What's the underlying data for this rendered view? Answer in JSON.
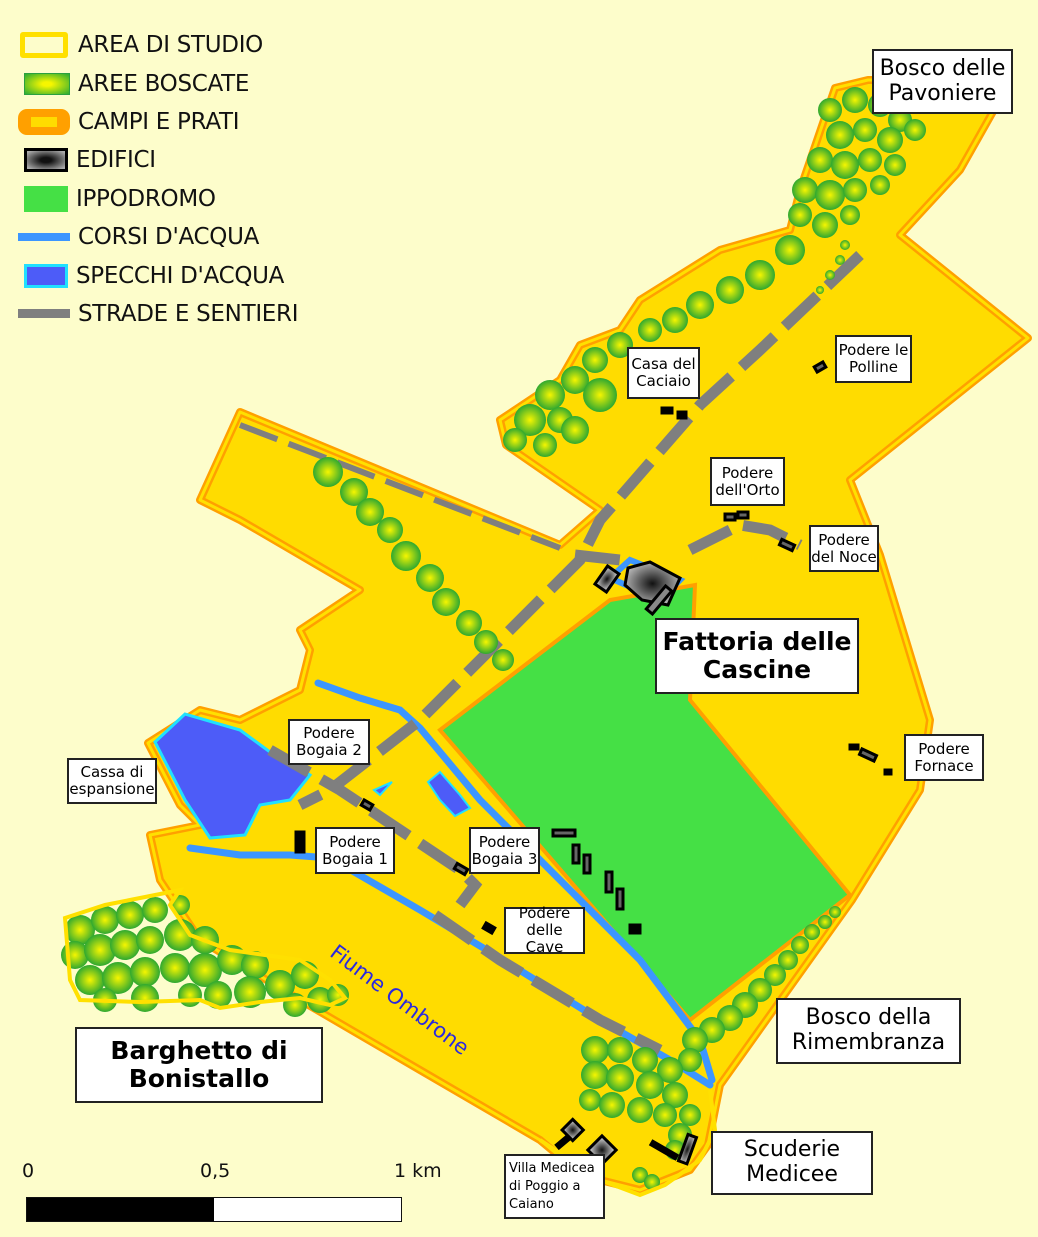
{
  "legend": {
    "items": [
      {
        "label": "AREA DI STUDIO",
        "icon": "study-area-outline",
        "color": "#ffe000"
      },
      {
        "label": "AREE BOSCATE",
        "icon": "woodland-gradient",
        "color": "#3db835"
      },
      {
        "label": "CAMPI E PRATI",
        "icon": "fields-fill",
        "color": "#ffdc00"
      },
      {
        "label": "EDIFICI",
        "icon": "building-fill",
        "color": "#000000"
      },
      {
        "label": "IPPODROMO",
        "icon": "racecourse-fill",
        "color": "#45e045"
      },
      {
        "label": "CORSI D'ACQUA",
        "icon": "watercourse-line",
        "color": "#3c96ff"
      },
      {
        "label": "SPECCHI D'ACQUA",
        "icon": "water-body-fill",
        "color": "#4d5cf8"
      },
      {
        "label": "STRADE E SENTIERI",
        "icon": "road-dashed-line",
        "color": "#7f7f7f"
      }
    ]
  },
  "places": {
    "bosco_pavoniere": "Bosco delle\nPavoniere",
    "casa_caciaio": "Casa del\nCaciaio",
    "podere_polline": "Podere le\nPolline",
    "podere_orto": "Podere\ndell'Orto",
    "podere_noce": "Podere\ndel Noce",
    "fattoria": "Fattoria delle\nCascine",
    "podere_bogaia2": "Podere\nBogaia 2",
    "cassa_espansione": "Cassa di\nespansione",
    "podere_fornace": "Podere\nFornace",
    "podere_bogaia1": "Podere\nBogaia 1",
    "podere_bogaia3": "Podere\nBogaia 3",
    "podere_cave": "Podere\ndelle Cave",
    "bosco_rimembranza": "Bosco della\nRimembranza",
    "barghetto": "Barghetto di\nBonistallo",
    "scuderie": "Scuderie\nMedicee",
    "villa_medicea": "Villa Medicea\ndi Poggio a\nCaiano"
  },
  "river_label": "Fiume Ombrone",
  "scale": {
    "ticks": [
      "0",
      "0,5",
      "1 km"
    ]
  },
  "colors": {
    "background": "#fdfdcb",
    "fields": "#ffdc00",
    "field_border": "#ffa000",
    "study_area": "#ffe000",
    "racecourse": "#45e045",
    "water_line": "#3c96ff",
    "water_body": "#4d5cf8",
    "water_body_border": "#20e0ff",
    "road": "#7f7f7f",
    "river_label": "#2a2ae0"
  }
}
